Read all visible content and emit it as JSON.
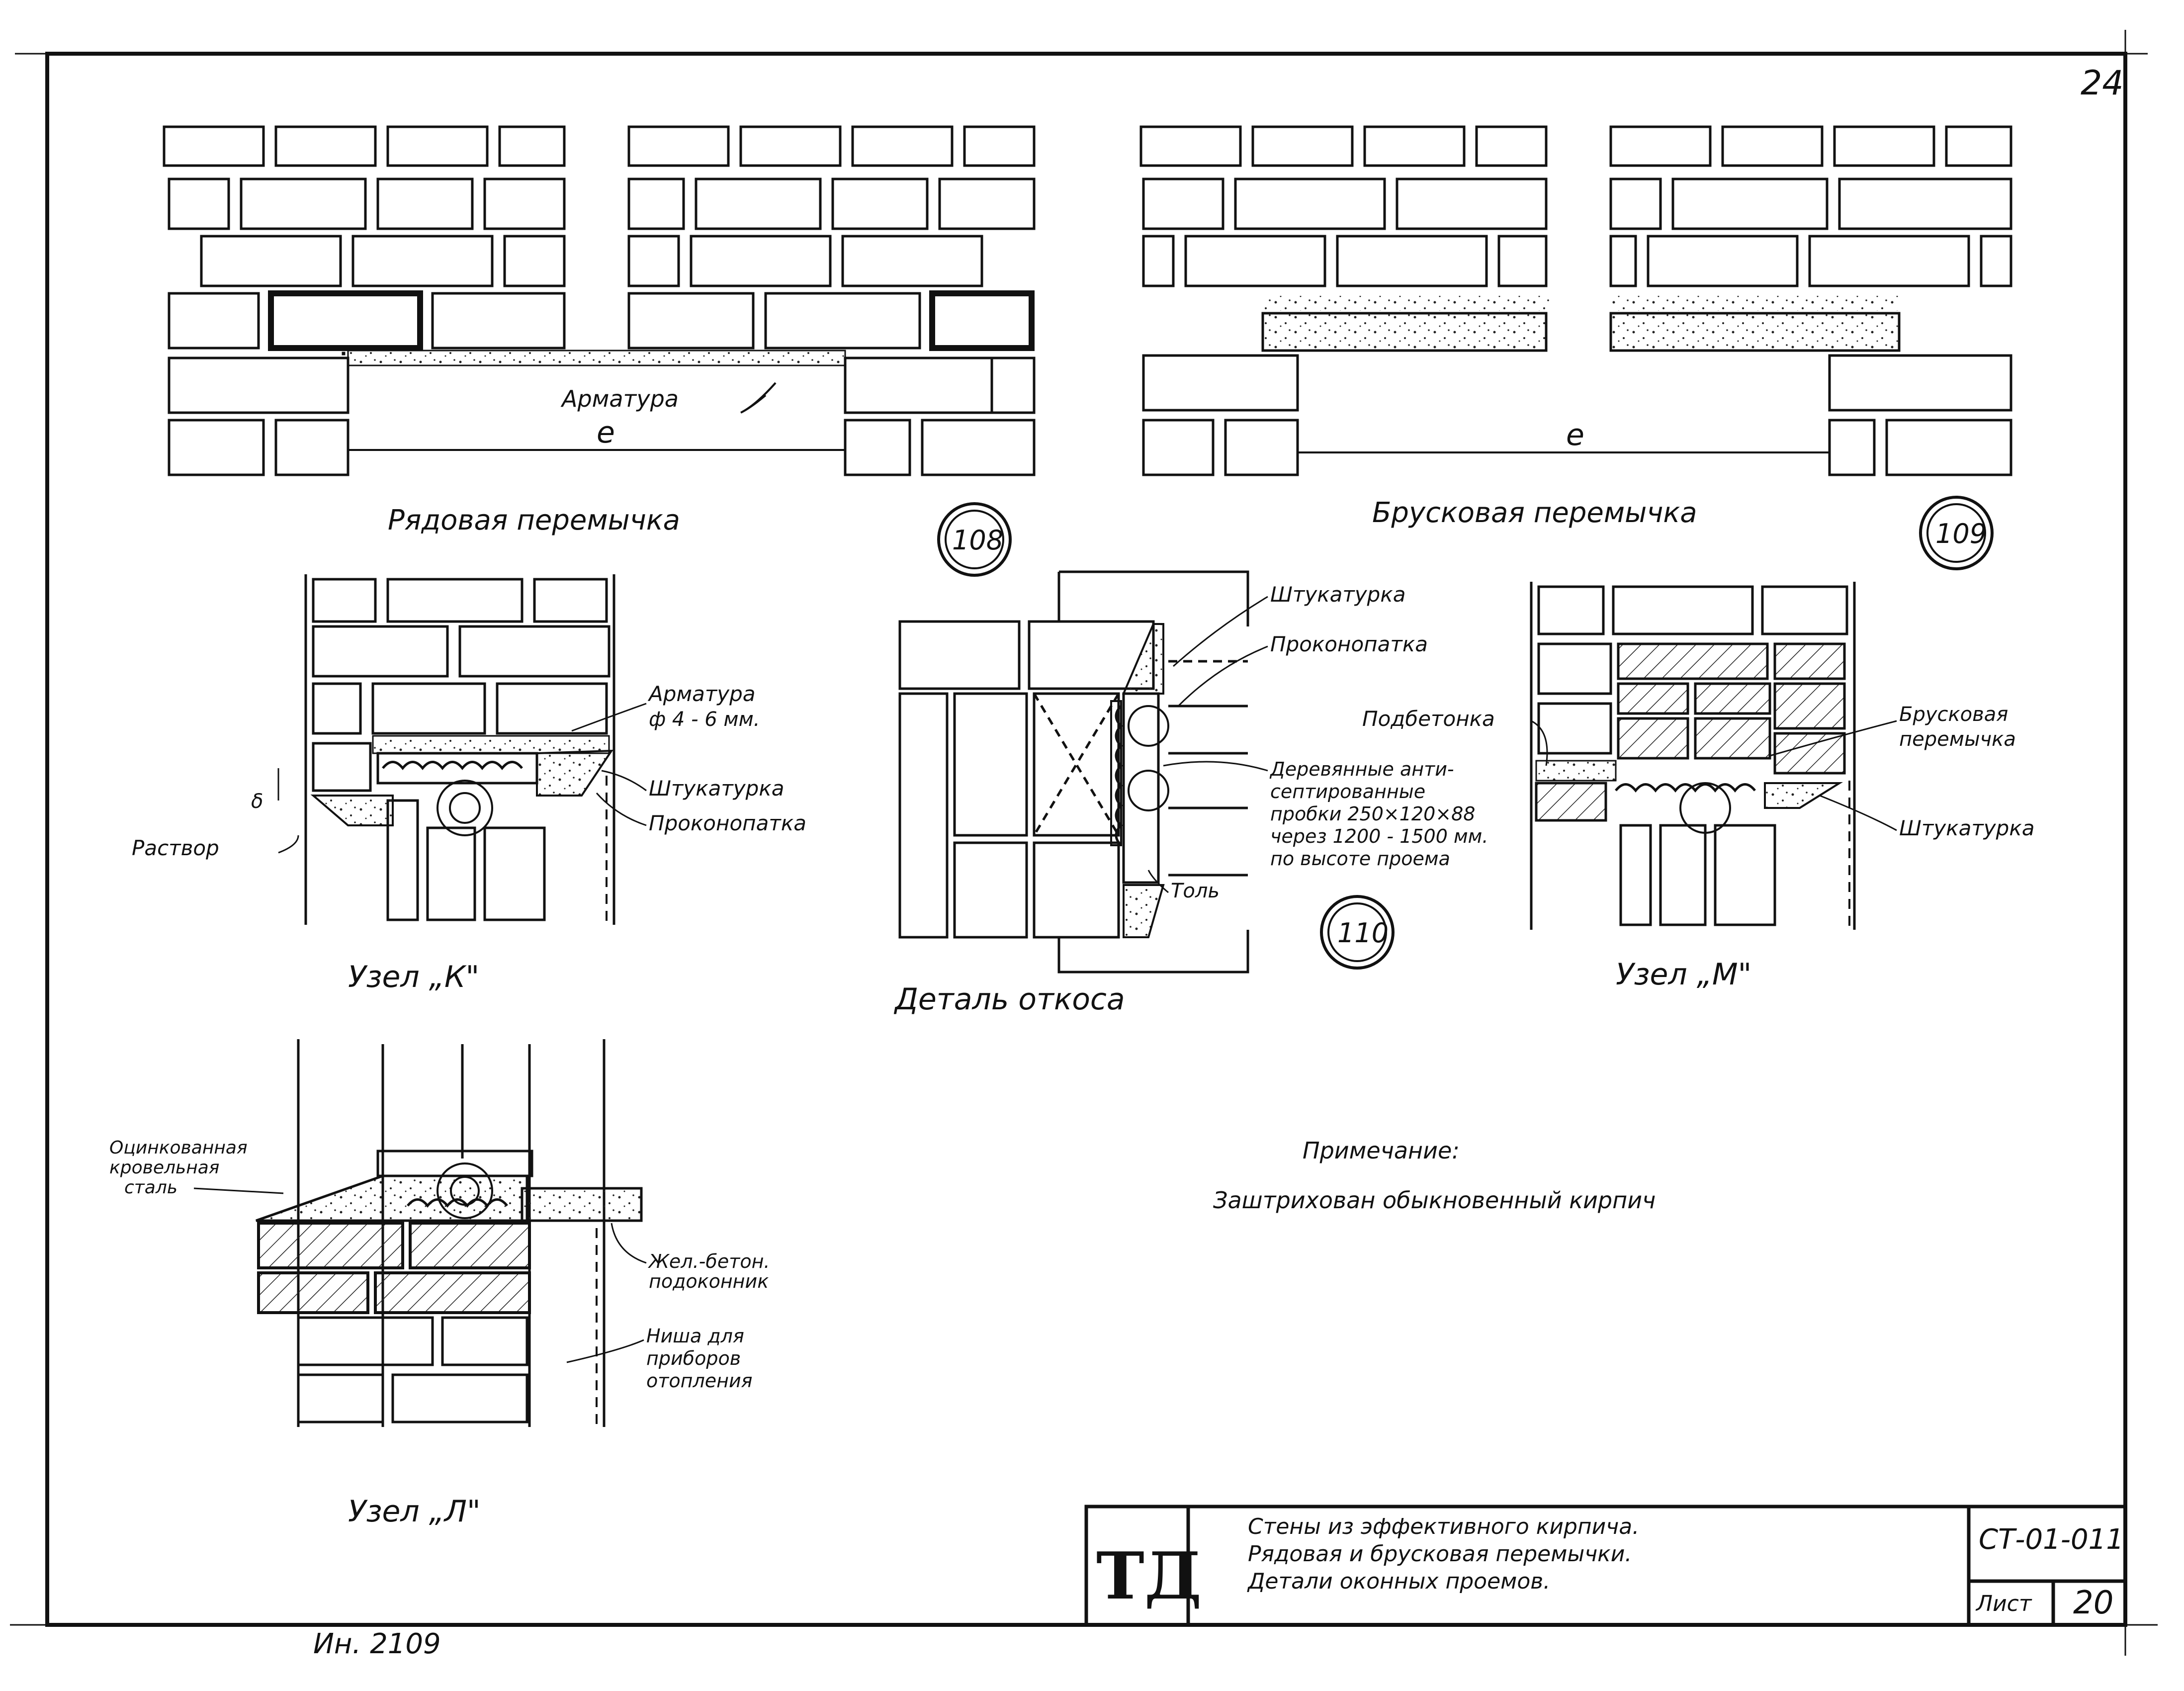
{
  "sheet": {
    "page_number": "24",
    "inventory_number": "Ин. 2109"
  },
  "lintel_row": {
    "title": "Рядовая перемычка",
    "callout": "108",
    "rebar_label": "Арматура",
    "span_label": "е"
  },
  "lintel_beam": {
    "title": "Брусковая перемычка",
    "callout": "109",
    "span_label": "е"
  },
  "node_k": {
    "title": "Узел „К\"",
    "labels": {
      "rebar": "Арматура",
      "rebar_dia": "ф 4 - 6 мм.",
      "plaster": "Штукатурка",
      "caulk": "Проконопатка",
      "mortar": "Раствор",
      "dim": "δ"
    }
  },
  "reveal_detail": {
    "title": "Деталь откоса",
    "callout": "110",
    "labels": {
      "plaster": "Штукатурка",
      "caulk": "Проконопатка",
      "plugs": [
        "Деревянные анти-",
        "септированные",
        "пробки 250×120×88",
        "через 1200 - 1500 мм.",
        "по высоте проема"
      ],
      "tol": "Толь"
    }
  },
  "node_m": {
    "title": "Узел „М\"",
    "labels": {
      "concrete": "Подбетонка",
      "beam": [
        "Брусковая",
        "перемычка"
      ],
      "plaster": "Штукатурка"
    }
  },
  "node_l": {
    "title": "Узел „Л\"",
    "labels": {
      "steel": [
        "Оцинкованная",
        "кровельная",
        "сталь"
      ],
      "sill": [
        "Жел.-бетон.",
        "подоконник"
      ],
      "niche": [
        "Ниша для",
        "приборов",
        "отопления"
      ]
    }
  },
  "note": {
    "heading": "Примечание:",
    "text": "Заштрихован обыкновенный кирпич"
  },
  "title_block": {
    "logo": "ТД",
    "lines": [
      "Стены из эффективного кирпича.",
      "Рядовая и брусковая перемычки.",
      "Детали оконных проемов."
    ],
    "code": "СТ-01-011",
    "sheet_label": "Лист",
    "sheet_number": "20"
  }
}
